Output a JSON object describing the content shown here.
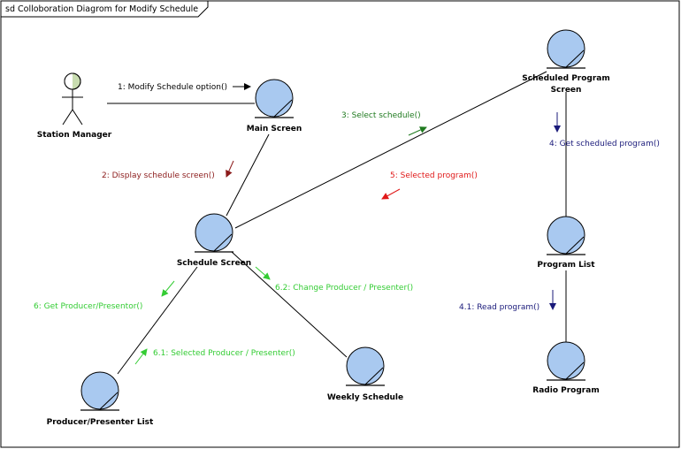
{
  "frame": {
    "title": "sd Colloboration Diagrom for Modify Schedule"
  },
  "actor": {
    "label": "Station Manager"
  },
  "objects": {
    "main_screen": "Main Screen",
    "scheduled_program_screen": [
      "Scheduled Program",
      "Screen"
    ],
    "schedule_screen": "Schedule Screen",
    "program_list": "Program List",
    "radio_program": "Radio Program",
    "producer_list": "Producer/Presenter List",
    "weekly_schedule": "Weekly Schedule"
  },
  "messages": {
    "m1": "1: Modify Schedule option()",
    "m2": "2: Display schedule screen()",
    "m3": "3: Select schedule()",
    "m4": "4: Get scheduled program()",
    "m41": "4.1: Read program()",
    "m5": "5: Selected program()",
    "m6": "6: Get Producer/Presentor()",
    "m61": "6.1: Selected Producer / Presenter()",
    "m62": "6.2: Change Producer / Presenter()"
  },
  "colors": {
    "object_fill": "#a9c9f0",
    "black": "#000000",
    "dark_red": "#8b1a1a",
    "green": "#1f7a1f",
    "navy": "#1a1a7a",
    "red": "#e01818",
    "bright_green": "#33cc33",
    "actor_head": "#c8dcb0"
  }
}
